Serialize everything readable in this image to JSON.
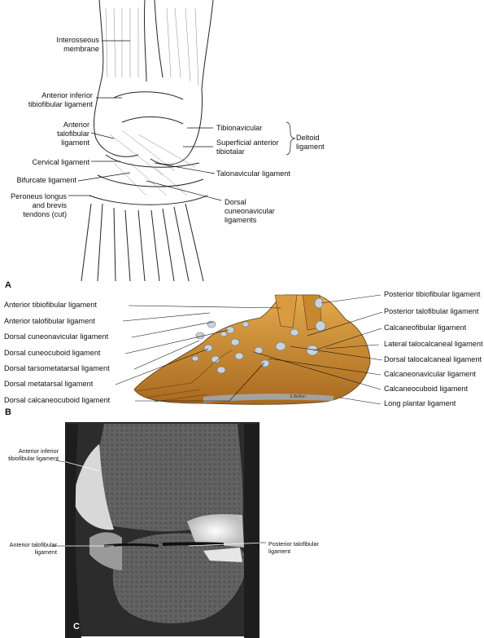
{
  "panel_a": {
    "letter": "A",
    "labels": {
      "interosseous": "Interosseous\nmembrane",
      "ant_inf_tibiofib": "Anterior inferior\ntibiofibular ligament",
      "ant_talofib": "Anterior\ntalofibular\nligament",
      "cervical": "Cervical ligament",
      "bifurcate": "Bifurcate ligament",
      "peroneus": "Peroneus longus\nand brevis\ntendons (cut)",
      "tibionavicular": "Tibionavicular",
      "superficial": "Superficial anterior\ntibiotalar",
      "deltoid": "Deltoid\nligament",
      "talonavicular": "Talonavicular ligament",
      "dorsal_cuneonav": "Dorsal\ncuneonavicular\nligaments"
    }
  },
  "panel_b": {
    "letter": "B",
    "left_labels": [
      "Anterior tibiofibular ligament",
      "Anterior talofibular ligament",
      "Dorsal cuneonavicular ligament",
      "Dorsal cuneocuboid ligament",
      "Dorsal tarsometatarsal ligament",
      "Dorsal metatarsal ligament",
      "Dorsal calcaneocuboid ligament"
    ],
    "right_labels": [
      "Posterior tibiofibular ligament",
      "Posterior talofibular ligament",
      "Calcaneofibular ligament",
      "Lateral talocalcaneal ligament",
      "Dorsal talocalcaneal ligament",
      "Calcaneonavicular ligament",
      "Calcaneocuboid ligament",
      "Long plantar ligament"
    ],
    "signature": "S.Bellian"
  },
  "panel_c": {
    "letter": "C",
    "labels": {
      "ant_inf_tibiofib": "Anterior inferior\ntibiofibular ligament",
      "ant_talofib": "Anterior talofibular\nligament",
      "post_talofib": "Posterior talofibular\nligament"
    }
  }
}
